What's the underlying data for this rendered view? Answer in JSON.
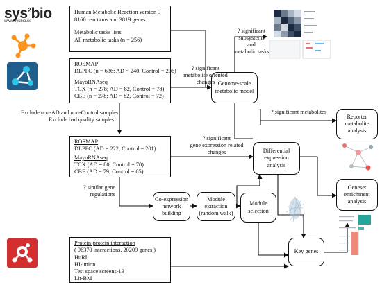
{
  "logo": {
    "word": "sys bio",
    "url_text": "www.sysbio.se",
    "superscript": "2"
  },
  "box1": {
    "title": "Human Metabolic Reaction version 3",
    "line1": "8160 reactions and 3819 genes",
    "subtitle": "Metabolic tasks lists",
    "line2": "All metabolic tasks (n = 256)"
  },
  "box2": {
    "rosmap_title": "ROSMAP",
    "rosmap_line": "DLPFC (n = 636; AD = 240, Control = 206)",
    "mayo_title": "MayoRNAseq",
    "mayo_line1": "TCX (n = 278; AD = 82, Control = 78)",
    "mayo_line2": "CBE (n = 278; AD = 82, Control = 72)"
  },
  "exclude_label": {
    "line1": "Exclude non-AD and non-Control samples",
    "line2": "Exclude bad quality samples"
  },
  "box3": {
    "rosmap_title": "ROSMAP",
    "rosmap_line": "DLPFC (AD = 222, Control = 201)",
    "mayo_title": "MayoRNAseq",
    "mayo_line1": "TCX (AD = 80, Control = 70)",
    "mayo_line2": "CBE (AD = 79, Control = 65)"
  },
  "box4": {
    "title": "Protein-protein interaction",
    "line1": "( 96370 interactions, 20209 genes )",
    "line2": "HuRI",
    "line3": "HI-union",
    "line4": "Test space screens-19",
    "line5": "Lit-BM"
  },
  "nodes": {
    "genome_scale": "Genome-scale metabolic model",
    "differential": "Differential expression analysis",
    "reporter": "Reporter metabolite analysis",
    "geneset": "Geneset enrichment analysis",
    "coexpr": "Co-expression network building",
    "module_ext": "Module extraction (random walk)",
    "module_sel": "Module selection",
    "key_genes": "Key genes"
  },
  "edge_labels": {
    "metabolic_changes": {
      "line1": "? significant",
      "line2": "metabolite oriented",
      "line3": "changes"
    },
    "subsystems": {
      "line1": "? significant",
      "line2": "subsystems",
      "line3": "and",
      "line4": "metabolic tasks"
    },
    "significant_metabolites": "? significant metabolites",
    "gene_expression": {
      "line1": "? significant",
      "line2": "gene expression  related",
      "line3": "changes"
    },
    "similar_gene": {
      "line1": "? similar gene",
      "line2": "regulations"
    }
  }
}
